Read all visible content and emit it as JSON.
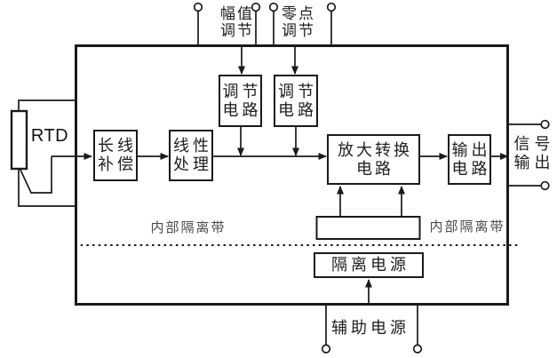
{
  "figure": {
    "kind": "block-diagram",
    "subject": "RTD signal transmitter internal block diagram"
  },
  "terminals": {
    "amplitude_adjust": {
      "line1": "幅值",
      "line2": "调节"
    },
    "zero_adjust": {
      "line1": "零点",
      "line2": "调节"
    },
    "signal_output": {
      "line1": "信号",
      "line2": "输出"
    },
    "aux_power": {
      "label": "辅助电源"
    }
  },
  "blocks": {
    "rtd": {
      "label": "RTD"
    },
    "long_line_compensation": {
      "line1": "长线",
      "line2": "补偿"
    },
    "linear_processing": {
      "line1": "线性",
      "line2": "处理"
    },
    "adjust_circuit_1": {
      "line1": "调节",
      "line2": "电路"
    },
    "adjust_circuit_2": {
      "line1": "调节",
      "line2": "电路"
    },
    "amplify_convert": {
      "line1": "放大转换",
      "line2": "电路"
    },
    "output_circuit": {
      "line1": "输出",
      "line2": "电路"
    },
    "isolated_power": {
      "label": "隔离电源"
    }
  },
  "annotations": {
    "isolation_band_left": "内部隔离带",
    "isolation_band_right": "内部隔离带"
  },
  "colors": {
    "line": "#1a1a1a",
    "text": "#1f1f1f",
    "muted_text": "#4a4a4a",
    "background": "#ffffff"
  }
}
